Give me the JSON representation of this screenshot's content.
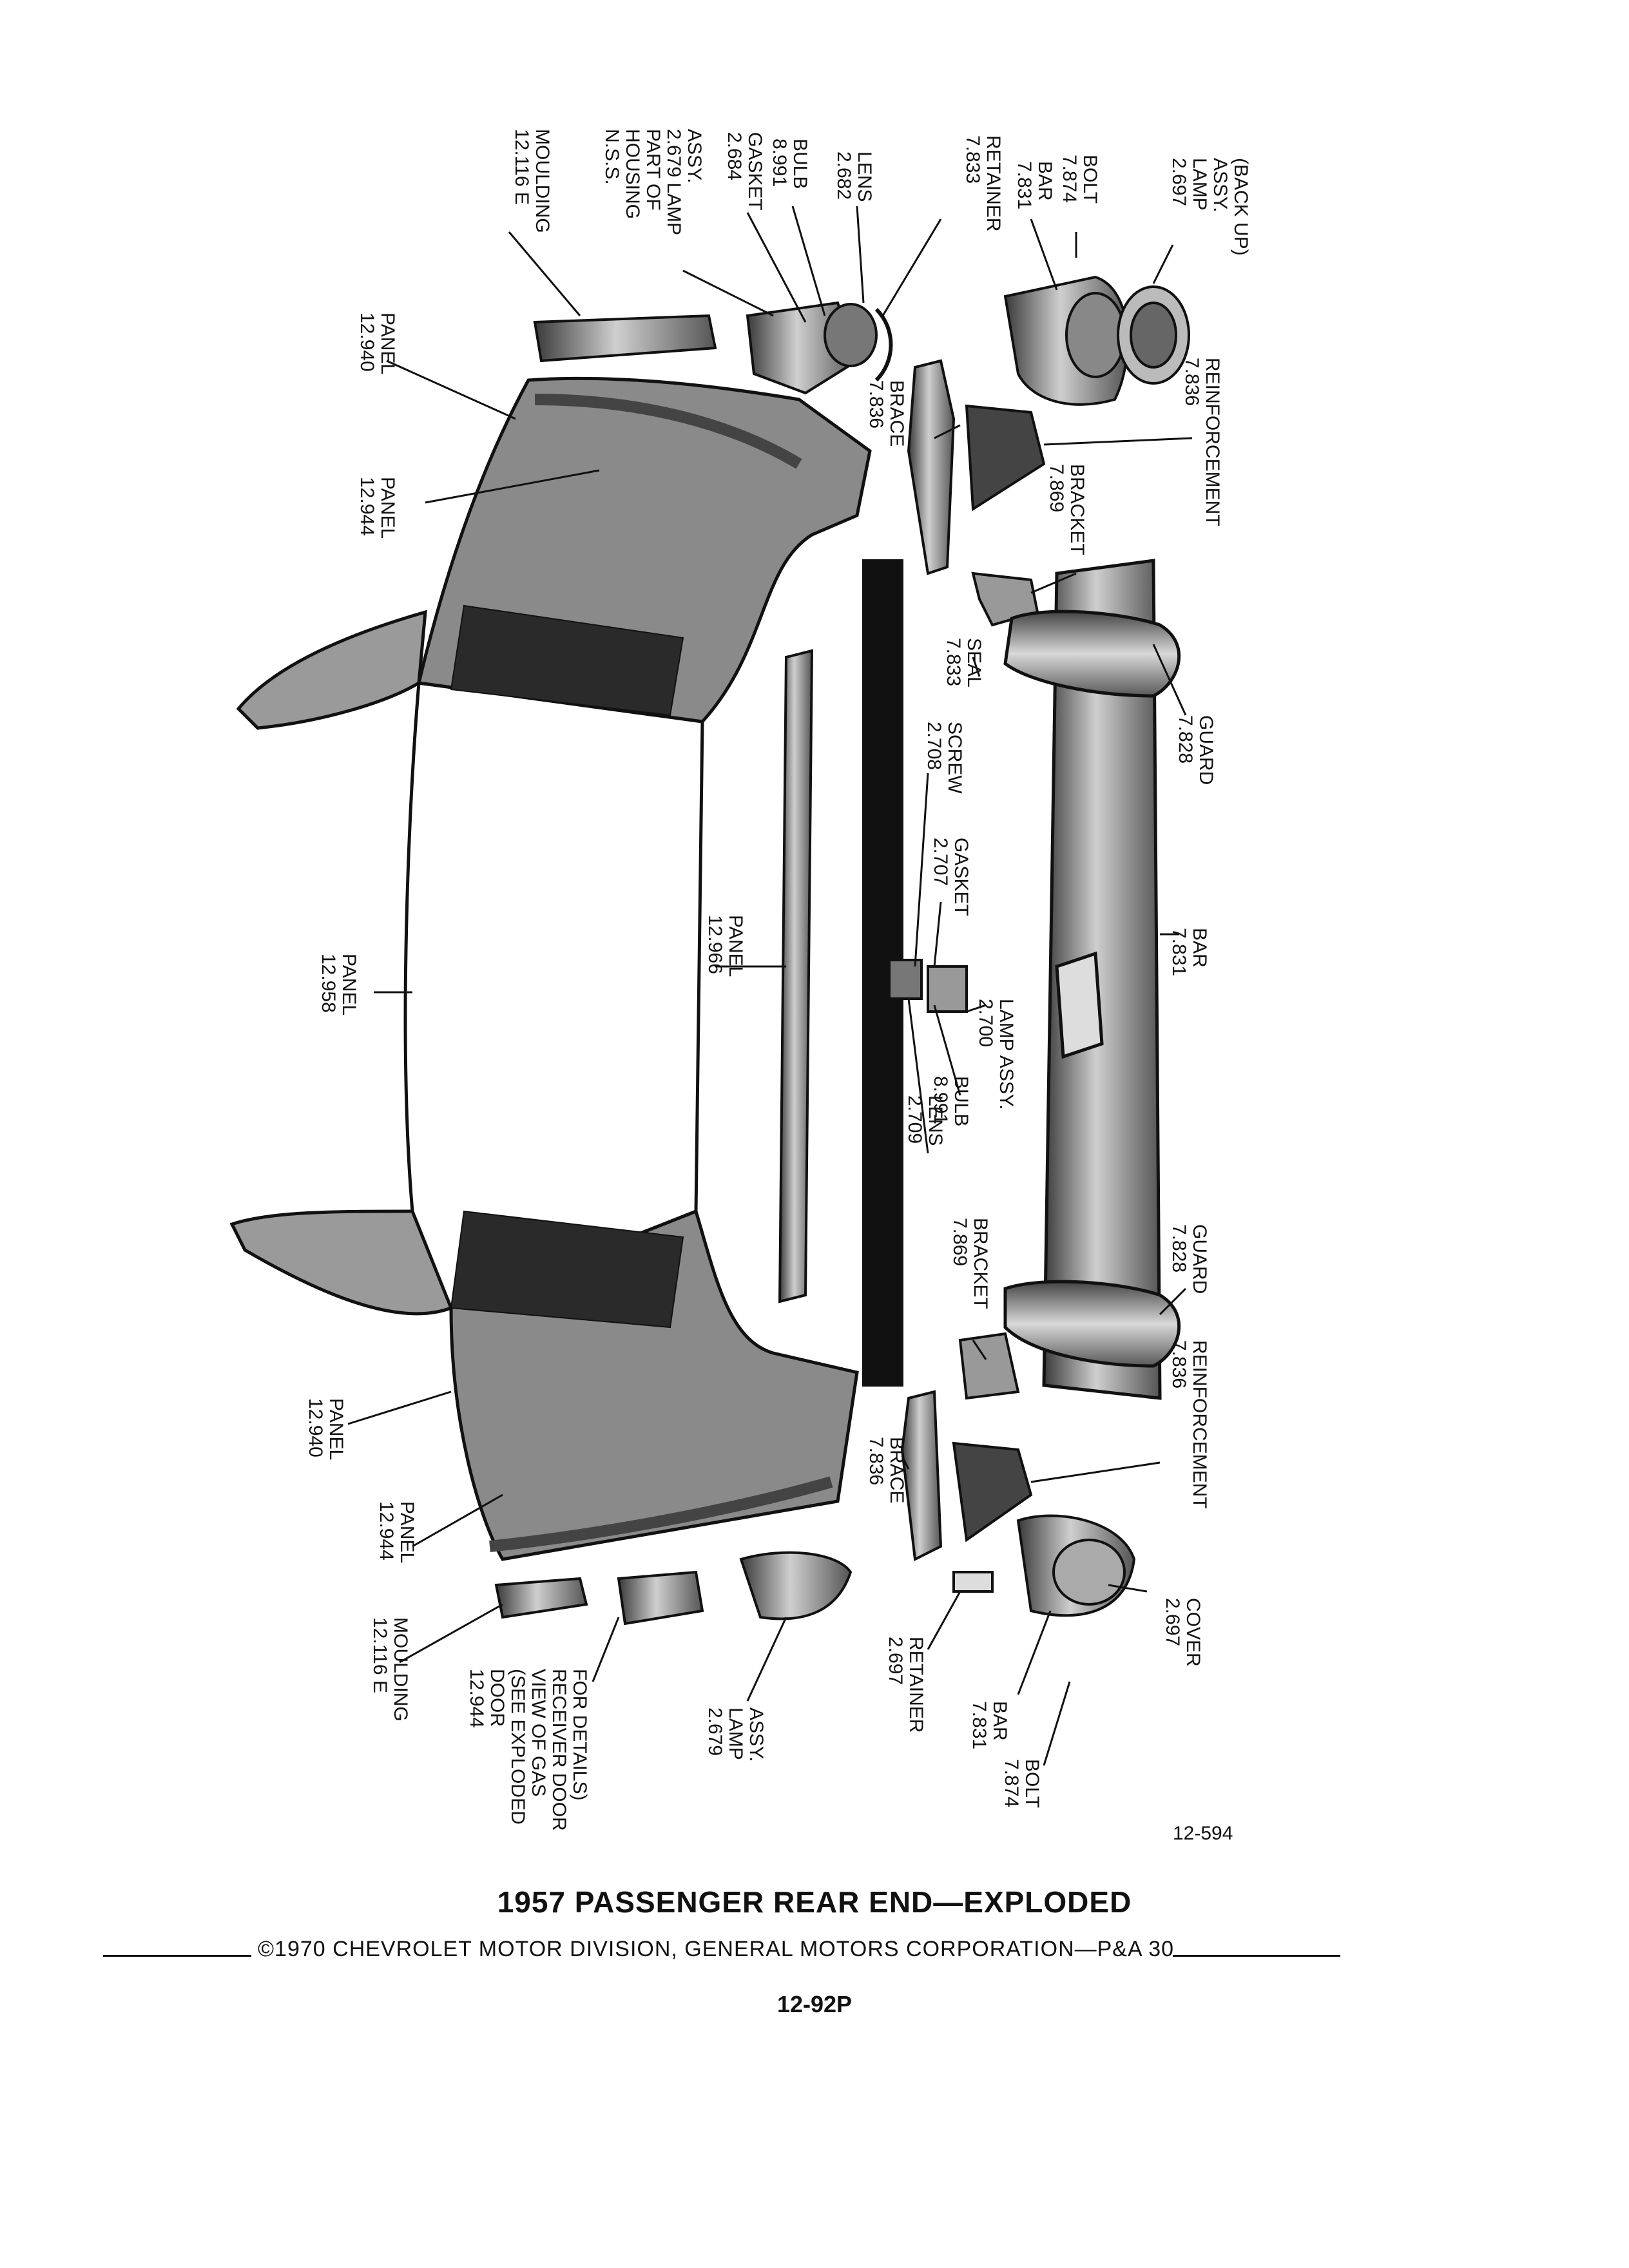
{
  "callouts": [
    {
      "id": "moulding-top",
      "lines": [
        "12.116 E",
        "MOULDING"
      ]
    },
    {
      "id": "housing-top",
      "lines": [
        "N.S.S.",
        "HOUSING",
        "PART OF",
        "2.679 LAMP",
        "ASSY."
      ]
    },
    {
      "id": "gasket-top",
      "lines": [
        "2.684",
        "GASKET"
      ]
    },
    {
      "id": "bulb-top",
      "lines": [
        "8.991",
        "BULB"
      ]
    },
    {
      "id": "lens-top",
      "lines": [
        "2.682",
        "LENS"
      ]
    },
    {
      "id": "retainer-top",
      "lines": [
        "7.833",
        "RETAINER"
      ]
    },
    {
      "id": "bar-top",
      "lines": [
        "7.831",
        "BAR"
      ]
    },
    {
      "id": "bolt-top",
      "lines": [
        "7.874",
        "BOLT"
      ]
    },
    {
      "id": "backup-lamp",
      "lines": [
        "2.697",
        "LAMP",
        "ASSY.",
        "(BACK UP)"
      ]
    },
    {
      "id": "panel-940-top",
      "lines": [
        "12.940",
        "PANEL"
      ]
    },
    {
      "id": "panel-944-top",
      "lines": [
        "12.944",
        "PANEL"
      ]
    },
    {
      "id": "brace-top",
      "lines": [
        "7.836",
        "BRACE"
      ]
    },
    {
      "id": "reinforcement-top",
      "lines": [
        "7.836",
        "REINFORCEMENT"
      ]
    },
    {
      "id": "bracket-top",
      "lines": [
        "7.869",
        "BRACKET"
      ]
    },
    {
      "id": "seal",
      "lines": [
        "7.833",
        "SEAL"
      ]
    },
    {
      "id": "guard-top",
      "lines": [
        "7.828",
        "GUARD"
      ]
    },
    {
      "id": "screw",
      "lines": [
        "2.708",
        "SCREW"
      ]
    },
    {
      "id": "gasket-mid",
      "lines": [
        "2.707",
        "GASKET"
      ]
    },
    {
      "id": "panel-958",
      "lines": [
        "12.958",
        "PANEL"
      ]
    },
    {
      "id": "panel-966",
      "lines": [
        "12.966",
        "PANEL"
      ]
    },
    {
      "id": "bar-mid",
      "lines": [
        "7.831",
        "BAR"
      ]
    },
    {
      "id": "lamp-assy-mid",
      "lines": [
        "2.700",
        "LAMP ASSY."
      ]
    },
    {
      "id": "bulb-mid",
      "lines": [
        "8.991",
        "BULB"
      ]
    },
    {
      "id": "lens-mid",
      "lines": [
        "2.709",
        "LENS"
      ]
    },
    {
      "id": "bracket-bottom",
      "lines": [
        "7.869",
        "BRACKET"
      ]
    },
    {
      "id": "guard-bottom",
      "lines": [
        "7.828",
        "GUARD"
      ]
    },
    {
      "id": "panel-940-bottom",
      "lines": [
        "12.940",
        "PANEL"
      ]
    },
    {
      "id": "panel-944-bottom",
      "lines": [
        "12.944",
        "PANEL"
      ]
    },
    {
      "id": "brace-bottom",
      "lines": [
        "7.836",
        "BRACE"
      ]
    },
    {
      "id": "reinforcement-bottom",
      "lines": [
        "7.836",
        "REINFORCEMENT"
      ]
    },
    {
      "id": "moulding-bottom",
      "lines": [
        "12.116 E",
        "MOULDING"
      ]
    },
    {
      "id": "door",
      "lines": [
        "12.944",
        "DOOR",
        "(SEE EXPLODED",
        "VIEW OF GAS",
        "RECEIVER DOOR",
        "FOR DETAILS)"
      ]
    },
    {
      "id": "lamp-assy-bottom",
      "lines": [
        "2.679",
        "LAMP",
        "ASSY."
      ]
    },
    {
      "id": "retainer-bottom",
      "lines": [
        "2.697",
        "RETAINER"
      ]
    },
    {
      "id": "bar-bottom",
      "lines": [
        "7.831",
        "BAR"
      ]
    },
    {
      "id": "bolt-bottom",
      "lines": [
        "7.874",
        "BOLT"
      ]
    },
    {
      "id": "cover",
      "lines": [
        "2.697",
        "COVER"
      ]
    }
  ],
  "figure_number": "12-594",
  "title": "1957 PASSENGER REAR END—EXPLODED",
  "copyright": "©1970 CHEVROLET MOTOR DIVISION, GENERAL MOTORS CORPORATION—P&A 30",
  "page_number": "12-92P"
}
